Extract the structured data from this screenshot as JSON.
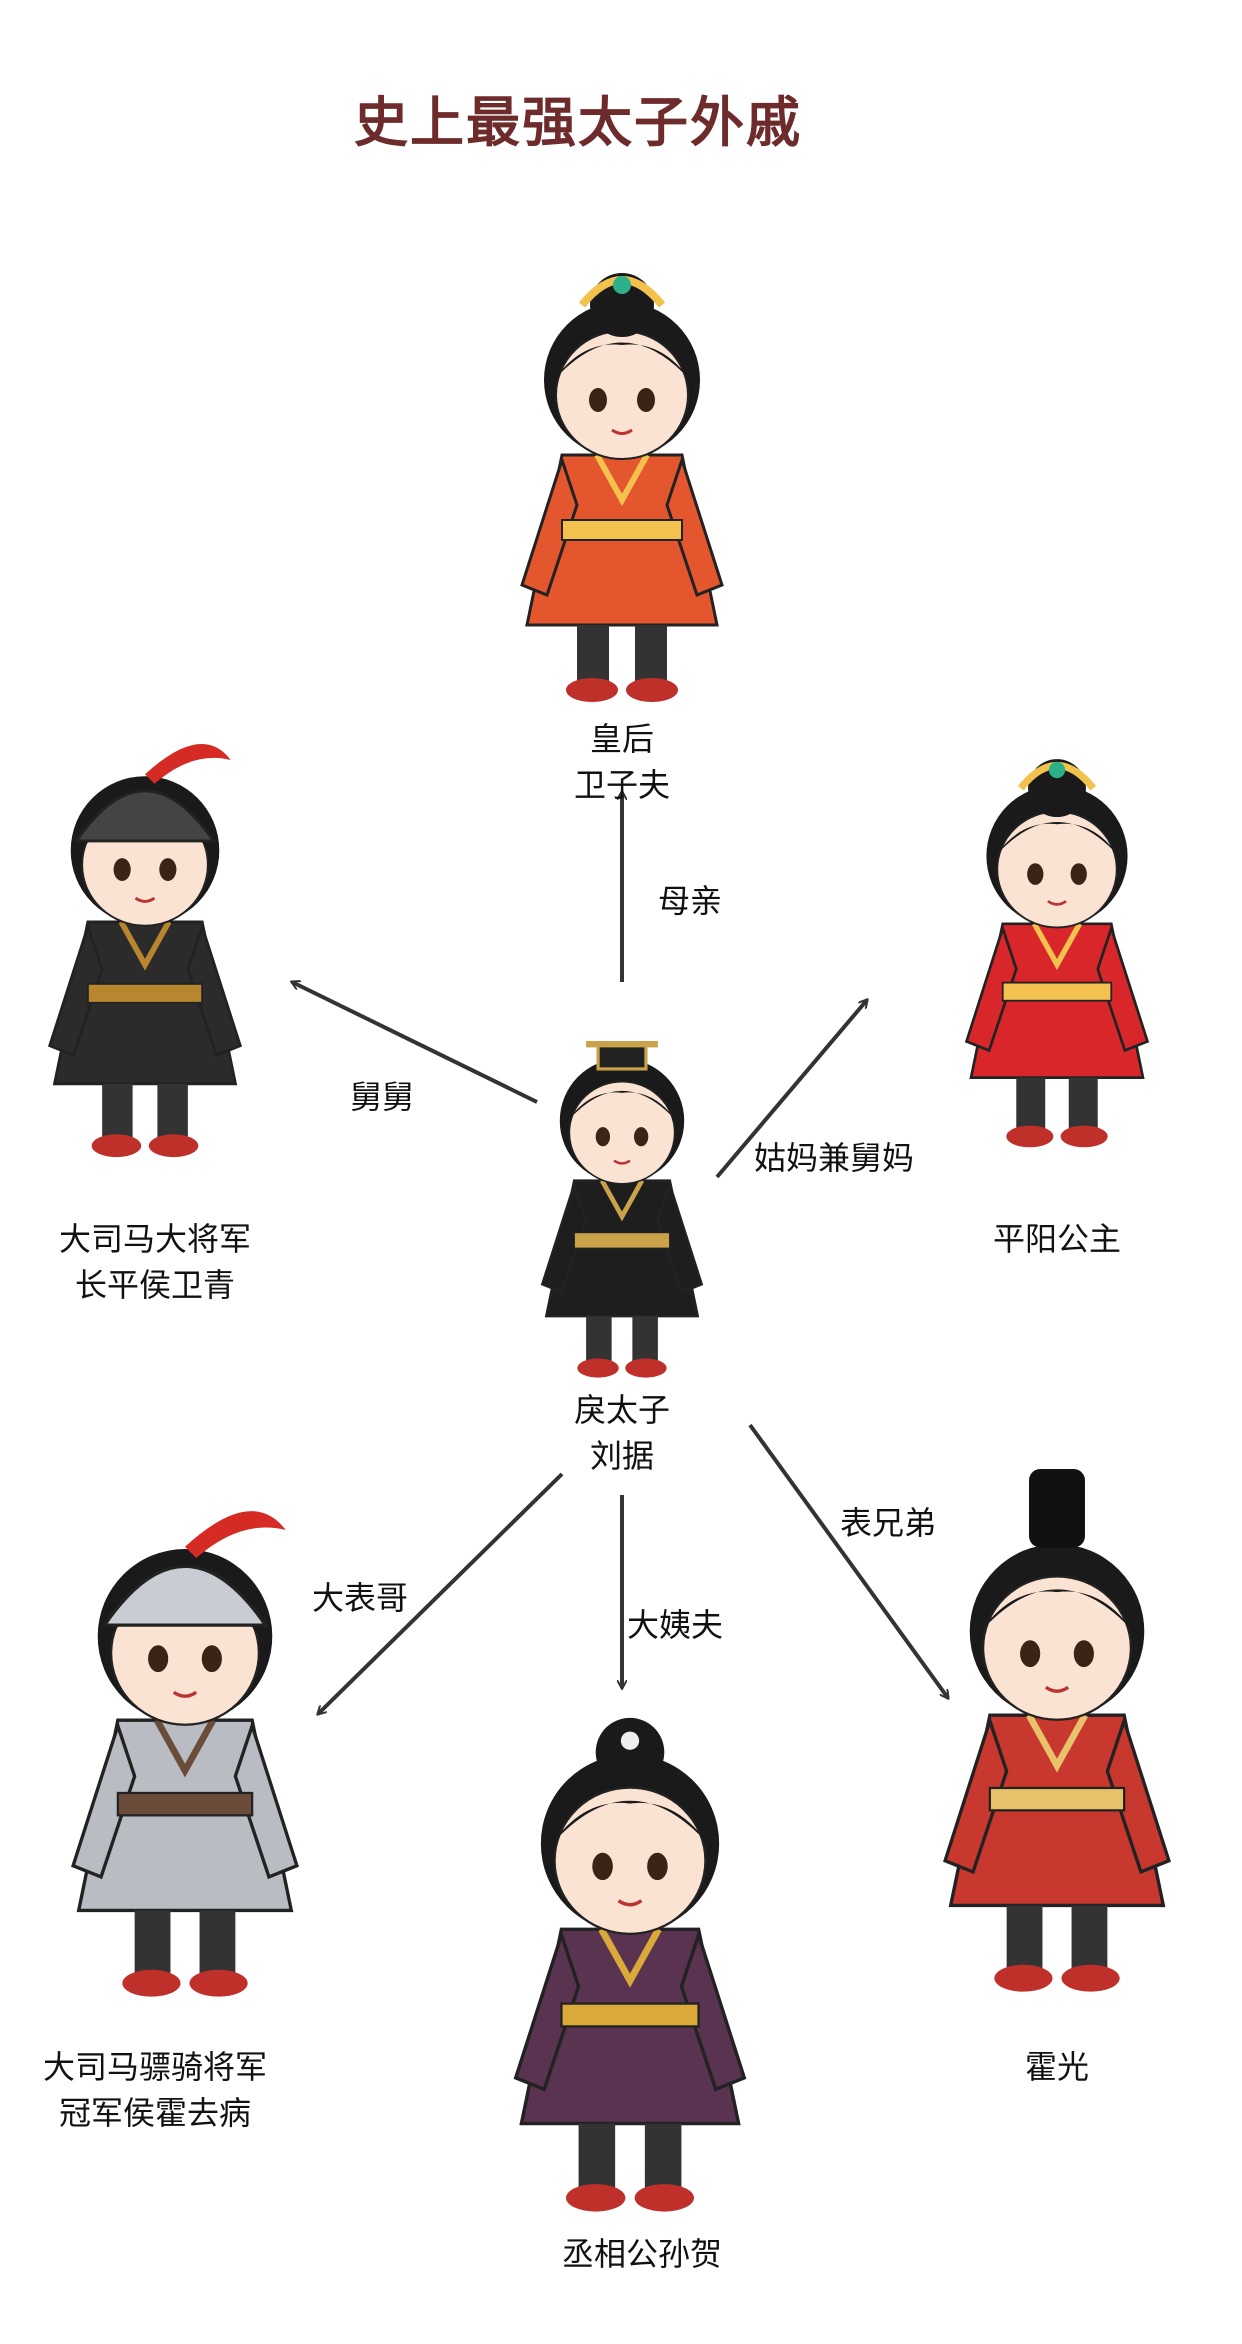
{
  "title": "史上最强太子外戚",
  "people": {
    "empress": {
      "line1": "皇后",
      "line2": "卫子夫",
      "robe": "#e4572e",
      "accent": "#f2c14e"
    },
    "wei_qing": {
      "line1": "大司马大将军",
      "line2": "长平侯卫青",
      "robe": "#2b2b2b",
      "accent": "#b8862f"
    },
    "pingyang": {
      "line1": "平阳公主",
      "robe": "#d9262a",
      "accent": "#f2c14e"
    },
    "prince": {
      "line1": "戾太子",
      "line2": "刘据",
      "robe": "#1e1e1e",
      "accent": "#c9a24a"
    },
    "huo_qubing": {
      "line1": "大司马骠骑将军",
      "line2": "冠军侯霍去病",
      "robe": "#b9bcc2",
      "accent": "#6b4b3a"
    },
    "gongsun_he": {
      "line1": "丞相公孙贺",
      "robe": "#5a3350",
      "accent": "#d9a93a"
    },
    "huo_guang": {
      "line1": "霍光",
      "robe": "#c8382e",
      "accent": "#e7c26a"
    }
  },
  "relations": {
    "mother": "母亲",
    "uncle": "舅舅",
    "aunt": "姑妈兼舅妈",
    "cousin_elder": "大表哥",
    "aunt_husband": "大姨夫",
    "cousin": "表兄弟"
  },
  "colors": {
    "title": "#6e2b2b",
    "arrow": "#333333",
    "skin": "#fbe3d3",
    "hair": "#1a1a1a"
  }
}
